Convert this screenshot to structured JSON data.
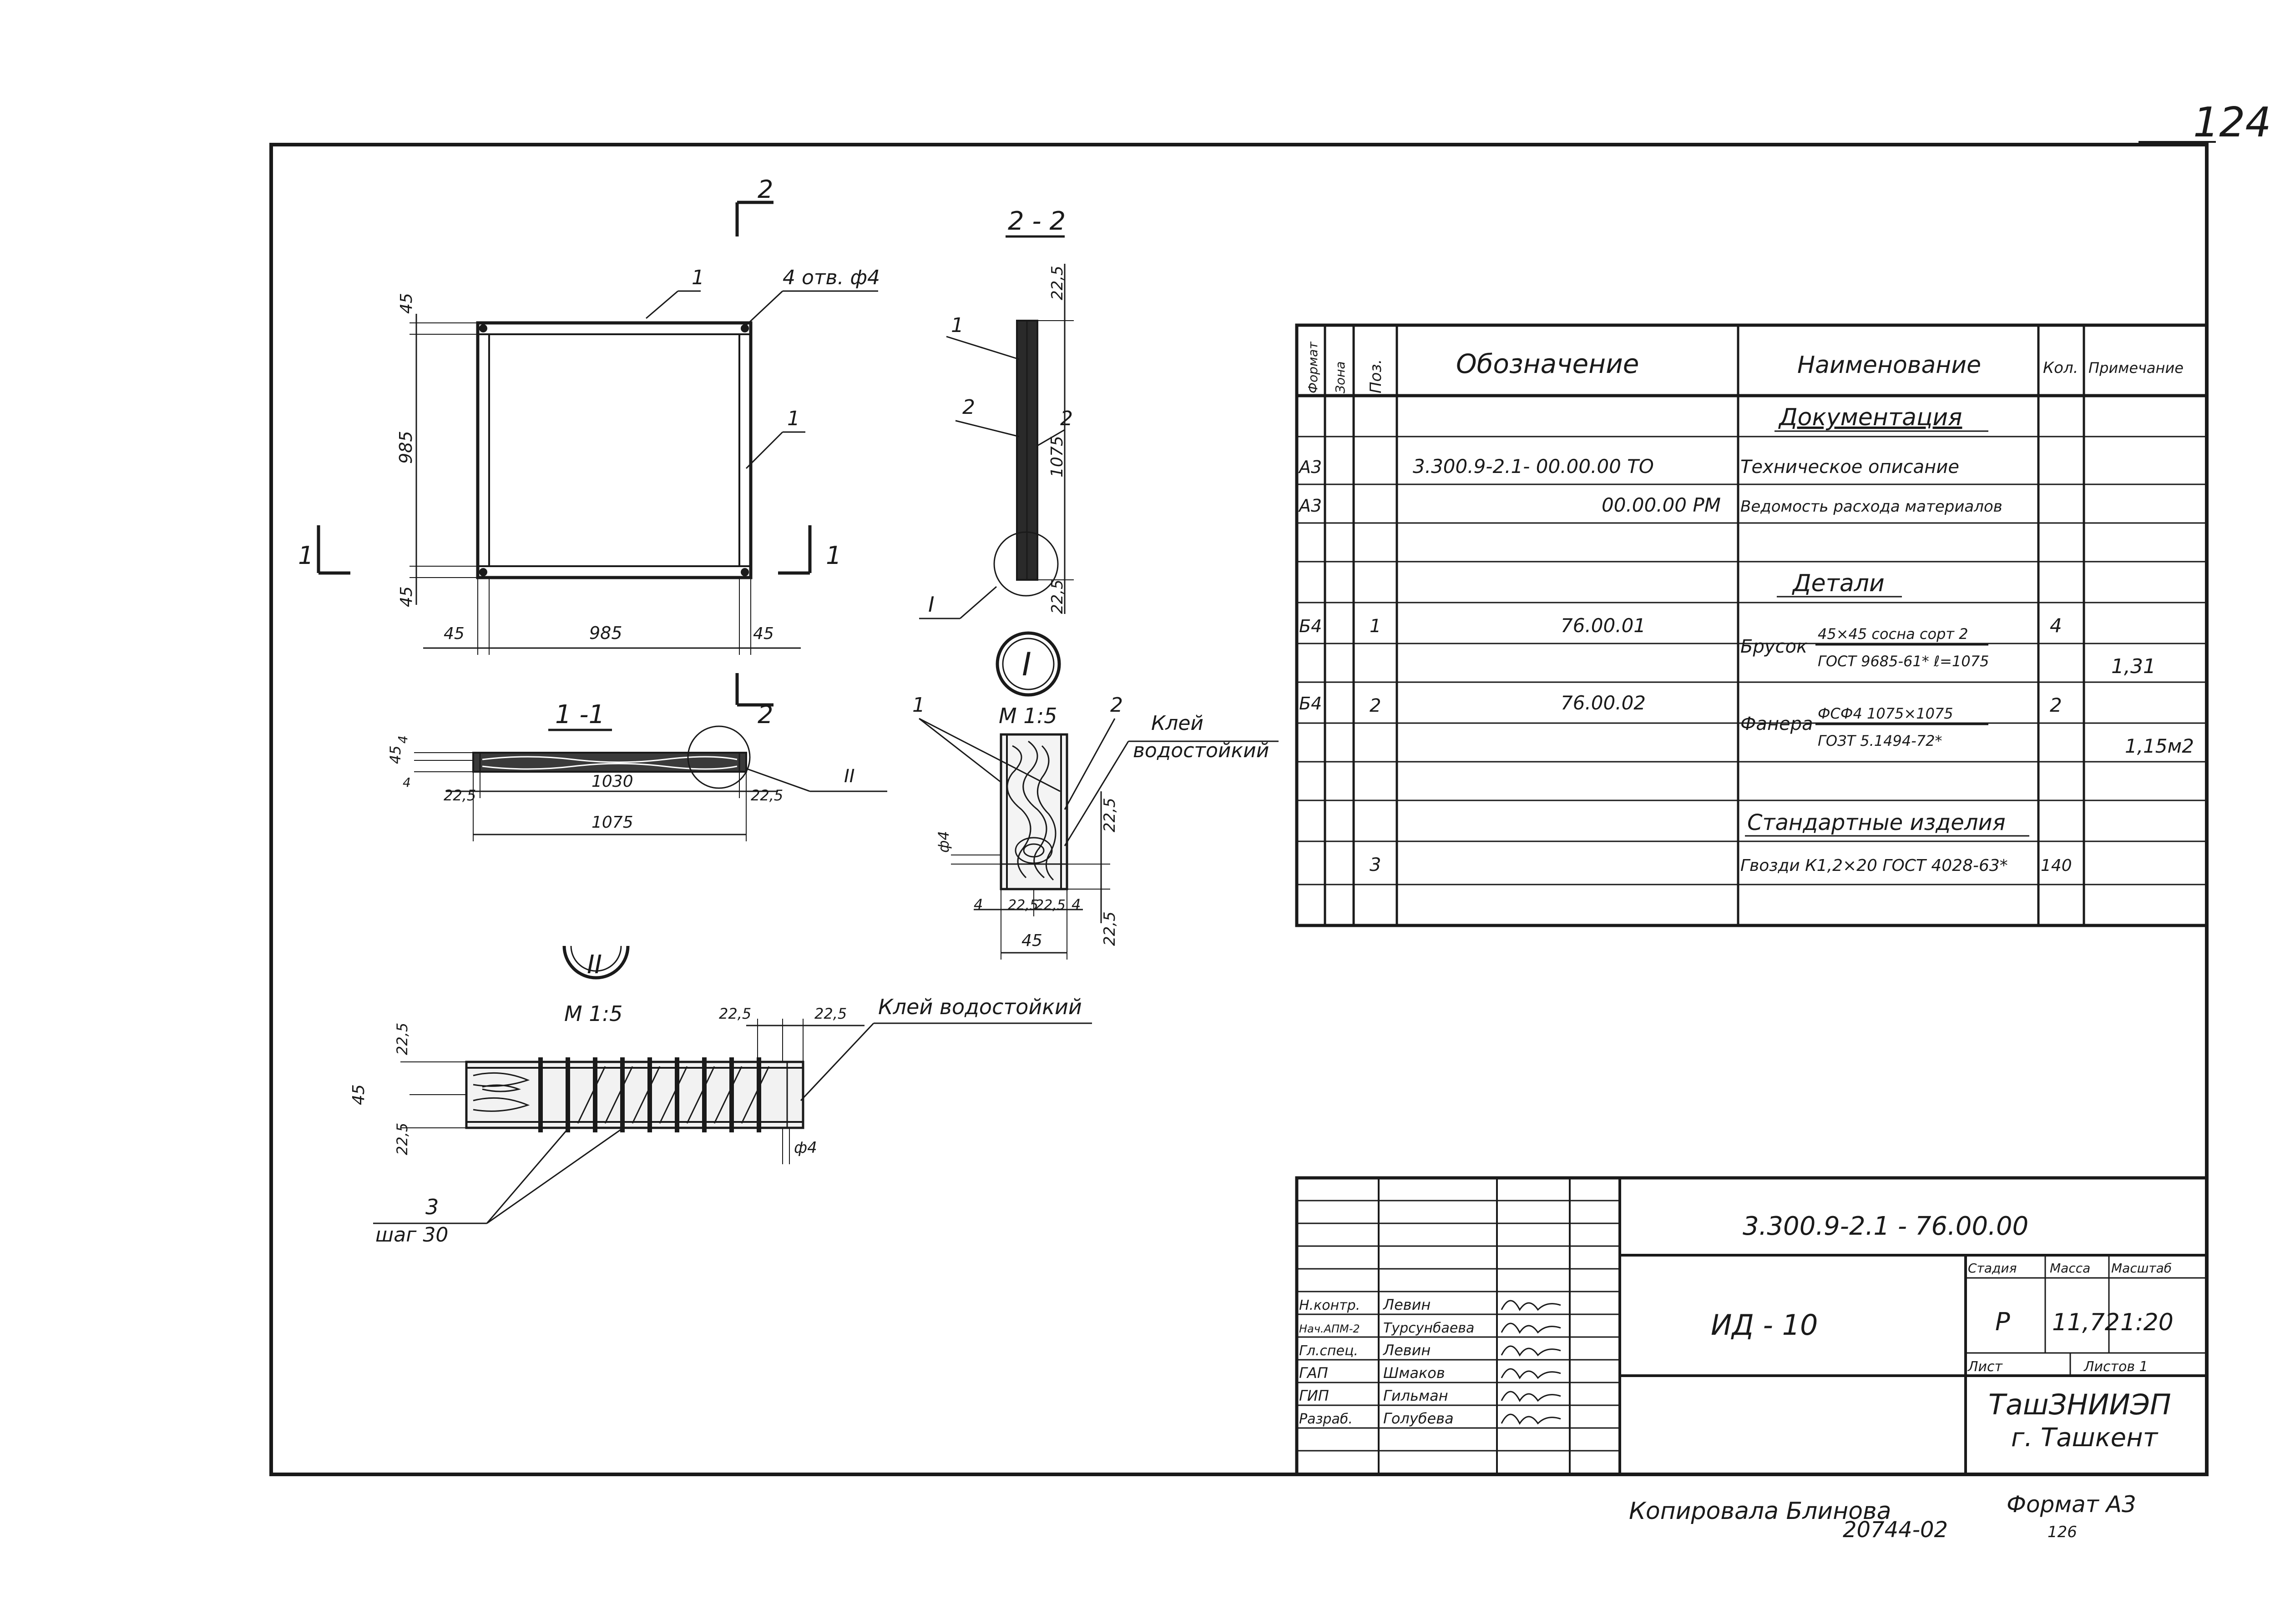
{
  "sheet_number": "124",
  "views": {
    "section_mark_2": "2",
    "section_2_2_title": "2 - 2",
    "section_1_1_title": "1 -1",
    "section_mark_1": "1",
    "holes_note": "4 отв. ф4",
    "pos1": "1",
    "pos2": "2",
    "pos3": "3",
    "dim_45": "45",
    "dim_985": "985",
    "dim_22_5": "22,5",
    "dim_1075": "1075",
    "dim_1030": "1030",
    "dim_4": "4",
    "dim_phi4": "ф4",
    "callout_I": "I",
    "callout_II": "II",
    "scale_M1_5": "М 1:5",
    "glue_label_1": "Клей",
    "glue_label_2": "водостойкий",
    "glue_full": "Клей водостойкий",
    "nail_pitch": "шаг 30"
  },
  "spec_table": {
    "headers": [
      "Формат",
      "Зона",
      "Поз.",
      "Обозначение",
      "Наименование",
      "Кол.",
      "Примечание"
    ],
    "section_docs": "Документация",
    "section_parts": "Детали",
    "section_std": "Стандартные изделия",
    "rows": {
      "doc1": {
        "format": "А3",
        "designation": "3.300.9-2.1- 00.00.00 ТО",
        "name": "Техническое описание"
      },
      "doc2": {
        "format": "А3",
        "designation": "00.00.00 РМ",
        "name": "Ведомость расхода материалов"
      },
      "part1": {
        "format": "Б4",
        "pos": "1",
        "designation": "76.00.01",
        "name_a": "Брусок",
        "name_b": "45×45 сосна сорт 2",
        "name_c": "ГОСТ 9685-61* ℓ=1075",
        "qty": "4",
        "note": "1,31"
      },
      "part2": {
        "format": "Б4",
        "pos": "2",
        "designation": "76.00.02",
        "name_a": "Фанера",
        "name_b": "ФСФ4 1075×1075",
        "name_c": "ГОЗТ 5.1494-72*",
        "qty": "2",
        "note": "1,15м2"
      },
      "std1": {
        "pos": "3",
        "name": "Гвозди К1,2×20 ГОСТ 4028-63*",
        "qty": "140"
      }
    }
  },
  "title_block": {
    "designation": "3.300.9-2.1 - 76.00.00",
    "product": "ИД - 10",
    "stage_label": "Стадия",
    "mass_label": "Масса",
    "scale_label": "Масштаб",
    "stage": "Р",
    "mass": "11,72",
    "scale": "1:20",
    "sheet_label": "Лист",
    "sheets_label": "Листов 1",
    "org1": "ТашЗНИИЭП",
    "org2": "г. Ташкент",
    "people": [
      {
        "role": "Н.контр.",
        "name": "Левин"
      },
      {
        "role": "Нач.АПМ-2",
        "name": "Турсунбаева"
      },
      {
        "role": "Гл.спец.",
        "name": "Левин"
      },
      {
        "role": "ГАП",
        "name": "Шмаков"
      },
      {
        "role": "ГИП",
        "name": "Гильман"
      },
      {
        "role": "Разраб.",
        "name": "Голубева"
      }
    ]
  },
  "footer": {
    "copied": "Копировала Блинова",
    "number": "20744-02",
    "format": "Формат А3",
    "small": "126"
  }
}
